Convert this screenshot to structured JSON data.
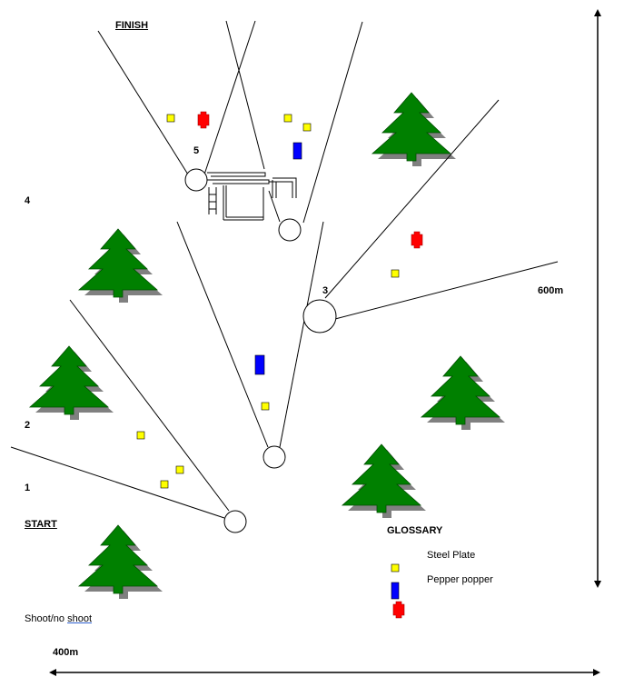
{
  "labels": {
    "finish": "FINISH",
    "start": "START",
    "dimension_vertical": "600m",
    "dimension_horizontal": "400m"
  },
  "stations": [
    "1",
    "2",
    "3",
    "4",
    "5"
  ],
  "glossary": {
    "title": "GLOSSARY",
    "steel_plate": "Steel Plate",
    "pepper_popper": "Pepper popper",
    "shoot_no_shoot_prefix": "Shoot/no ",
    "shoot_no_shoot_suffix": "shoot"
  },
  "colors": {
    "steel_plate": "#ffff00",
    "pepper_popper": "#0000ff",
    "shoot_no_shoot": "#ff0000",
    "tree": "#008000",
    "tree_shadow": "#808080"
  }
}
